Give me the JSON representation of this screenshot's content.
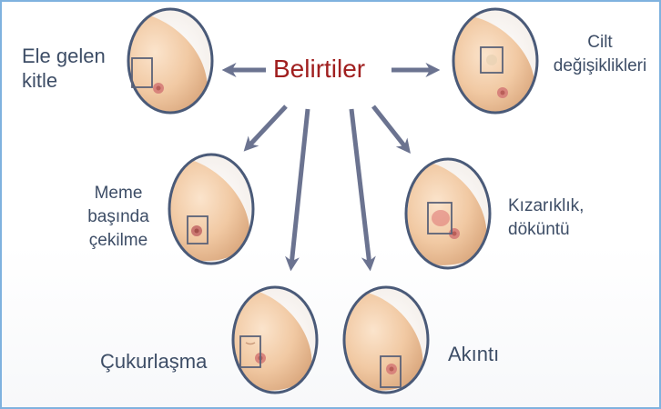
{
  "title": "Belirtiler",
  "symptoms": [
    {
      "id": "lump",
      "lines": [
        "Ele gelen",
        "kitle"
      ]
    },
    {
      "id": "skin",
      "lines": [
        "Cilt",
        "değişiklikleri"
      ]
    },
    {
      "id": "retraction",
      "lines": [
        "Meme",
        "başında",
        "çekilme"
      ]
    },
    {
      "id": "redness",
      "lines": [
        "Kızarıklık,",
        "döküntü"
      ]
    },
    {
      "id": "dimpling",
      "lines": [
        "Çukurlaşma"
      ]
    },
    {
      "id": "discharge",
      "lines": [
        "Akıntı"
      ]
    }
  ],
  "colors": {
    "title": "#a01f1f",
    "label": "#3d4d66",
    "arrow": "#6b7390",
    "circle_border": "#4a5a78",
    "skin": "#f1c9a3",
    "frame": "#7fb2df"
  },
  "icons": [
    "arrow-icon",
    "breast-illustration-icon",
    "highlight-box-icon"
  ]
}
